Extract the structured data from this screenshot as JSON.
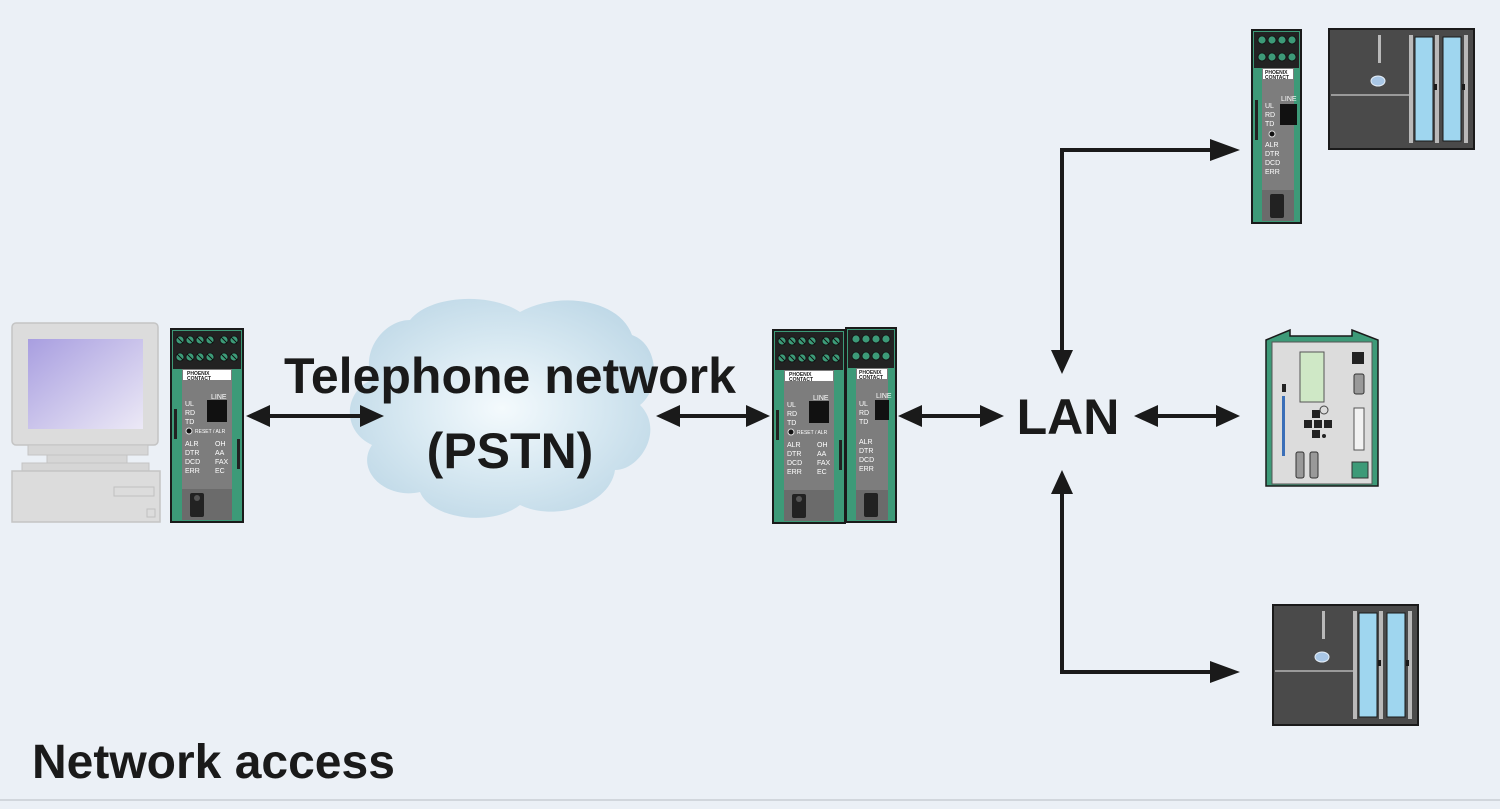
{
  "title": "Network access",
  "cloud": {
    "line1": "Telephone network",
    "line2": "(PSTN)"
  },
  "lan": {
    "label": "LAN"
  },
  "modem": {
    "brand1": "PHOENIX",
    "brand2": "CONTACT",
    "line_label": "LINE",
    "top_leds": [
      "UL",
      "RD",
      "TD"
    ],
    "reset_label": "RESET / ALR",
    "left_leds": [
      "ALR",
      "DTR",
      "DCD",
      "ERR"
    ],
    "right_leds": [
      "OH",
      "AA",
      "FAX",
      "EC"
    ]
  },
  "colors": {
    "background": "#ebf0f6",
    "modem_green": "#3d9a78",
    "modem_body": "#7d7d7d",
    "cloud": "#c6dde9",
    "plc_body": "#4a4a4a",
    "plc_slot": "#9fd6ef",
    "arrow": "#1a1a1a"
  },
  "icons": [
    "pc-icon",
    "modem-icon",
    "cloud-icon",
    "plc-icon",
    "controller-icon"
  ]
}
